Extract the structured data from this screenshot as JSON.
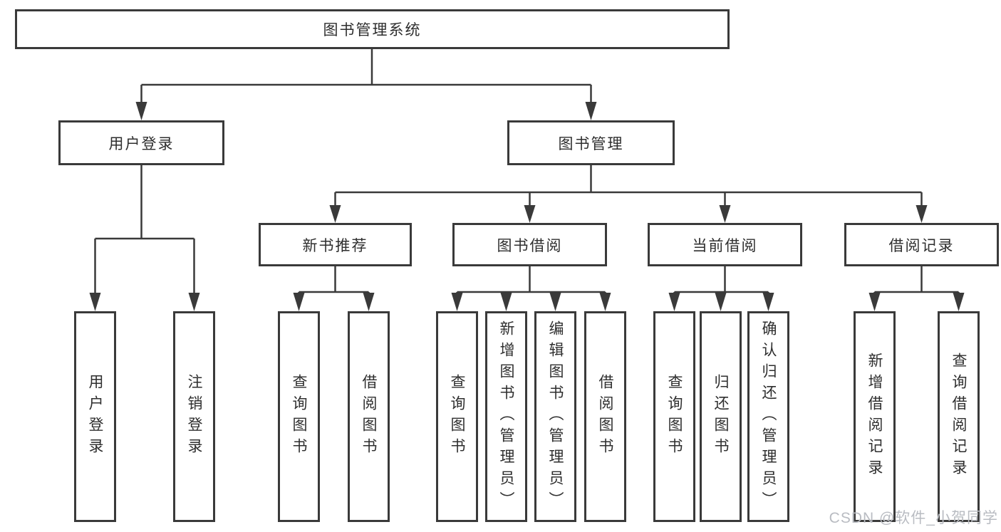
{
  "diagram": {
    "title": "图书管理系统",
    "user_section": {
      "label": "用户登录",
      "leaves": [
        "用户登录",
        "注销登录"
      ]
    },
    "book_section": {
      "label": "图书管理",
      "groups": [
        {
          "label": "新书推荐",
          "leaves": [
            "查询图书",
            "借阅图书"
          ]
        },
        {
          "label": "图书借阅",
          "leaves": [
            "查询图书",
            "新增图书（管理员）",
            "编辑图书（管理员）",
            "借阅图书"
          ]
        },
        {
          "label": "当前借阅",
          "leaves": [
            "查询图书",
            "归还图书",
            "确认归还（管理员）"
          ]
        },
        {
          "label": "借阅记录",
          "leaves": [
            "新增借阅记录",
            "查询借阅记录"
          ]
        }
      ]
    }
  },
  "watermark": {
    "text": "CSDN @软件_小贺同学"
  },
  "colors": {
    "line": "#3a3a3a",
    "box_border": "#3a3a3a",
    "text": "#2e2e2e",
    "watermark": "#b9bcc2",
    "background": "#ffffff"
  }
}
